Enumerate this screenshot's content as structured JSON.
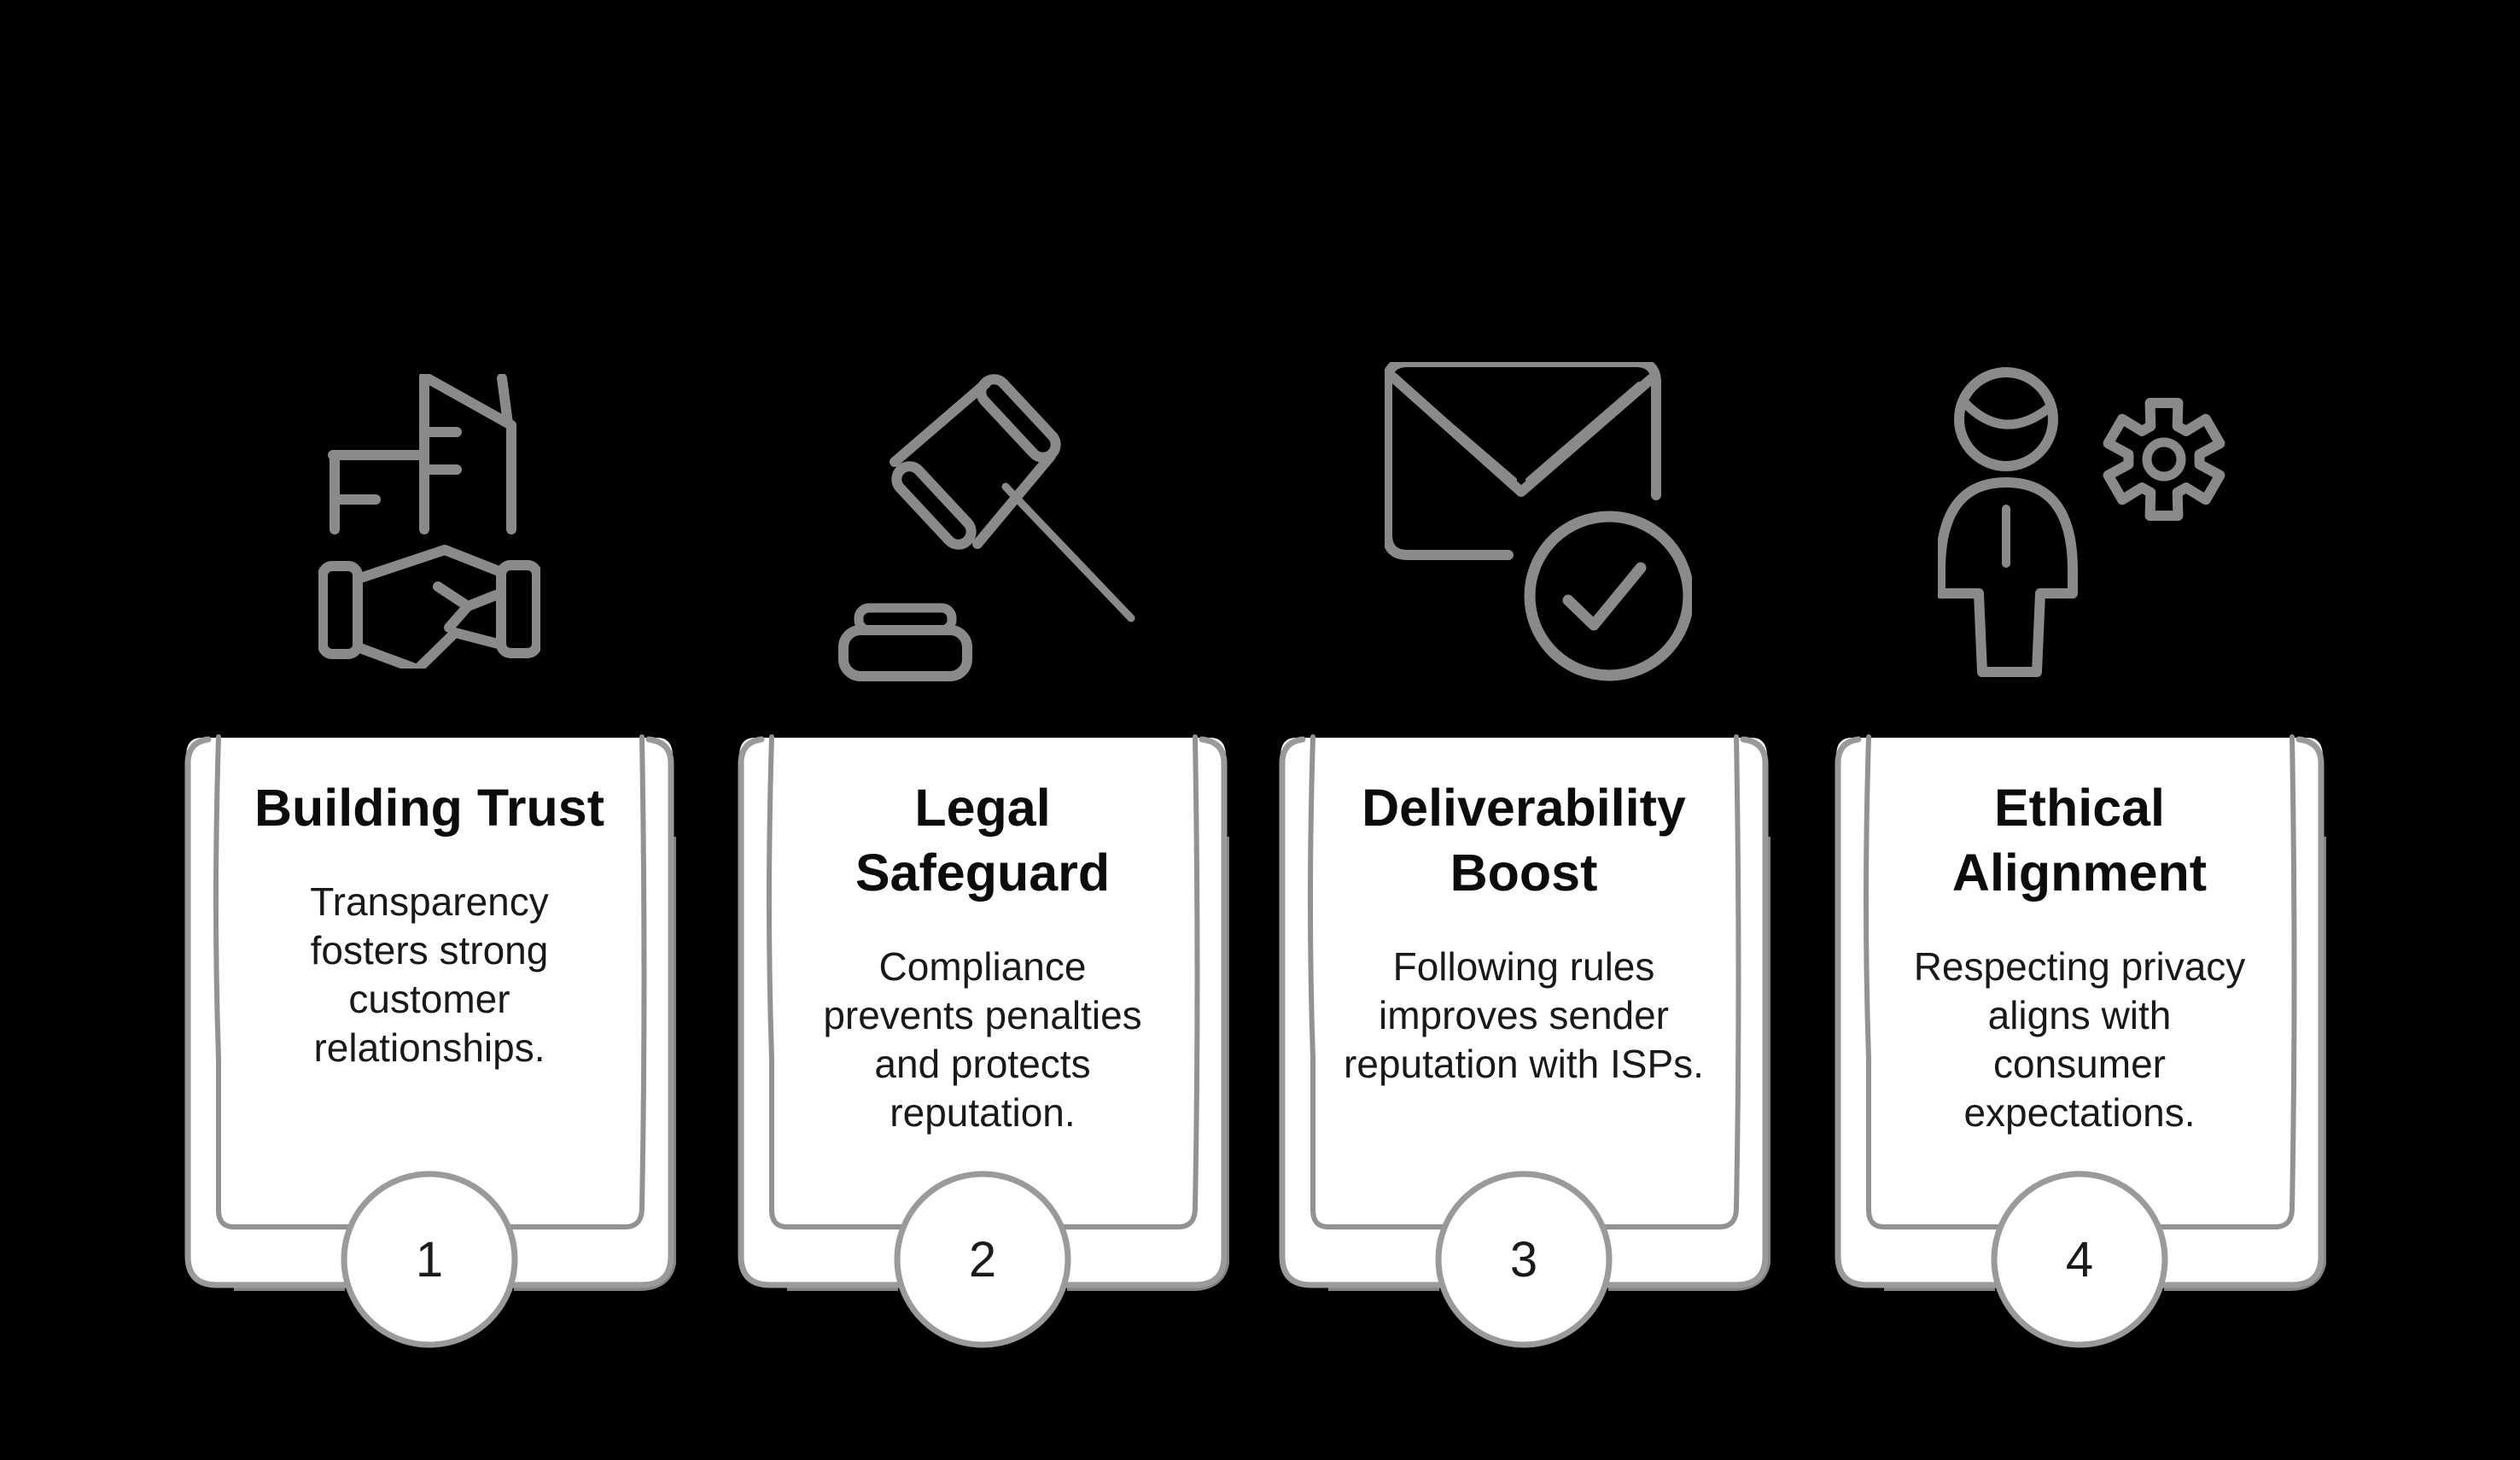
{
  "page": {
    "background": "#000000"
  },
  "style": {
    "card_fill": "#ffffff",
    "card_stroke": "#9a9a9a",
    "icon_stroke": "#8a8a8a",
    "title_color": "#0c0c0c",
    "body_color": "#191919",
    "number_color": "#1a1a1a"
  },
  "steps": [
    {
      "number": "1",
      "icon": "buildings-handshake-icon",
      "title_lines": [
        "Building Trust",
        ""
      ],
      "body_lines": [
        "Transparency",
        "fosters strong",
        "customer",
        "relationships."
      ]
    },
    {
      "number": "2",
      "icon": "gavel-icon",
      "title_lines": [
        "Legal",
        "Safeguard"
      ],
      "body_lines": [
        "Compliance",
        "prevents penalties",
        "and protects",
        "reputation."
      ]
    },
    {
      "number": "3",
      "icon": "envelope-check-icon",
      "title_lines": [
        "Deliverability",
        "Boost"
      ],
      "body_lines": [
        "Following rules",
        "improves sender",
        "reputation with ISPs.",
        ""
      ]
    },
    {
      "number": "4",
      "icon": "person-gear-icon",
      "title_lines": [
        "Ethical",
        "Alignment"
      ],
      "body_lines": [
        "Respecting privacy",
        "aligns with",
        "consumer",
        "expectations."
      ]
    }
  ]
}
